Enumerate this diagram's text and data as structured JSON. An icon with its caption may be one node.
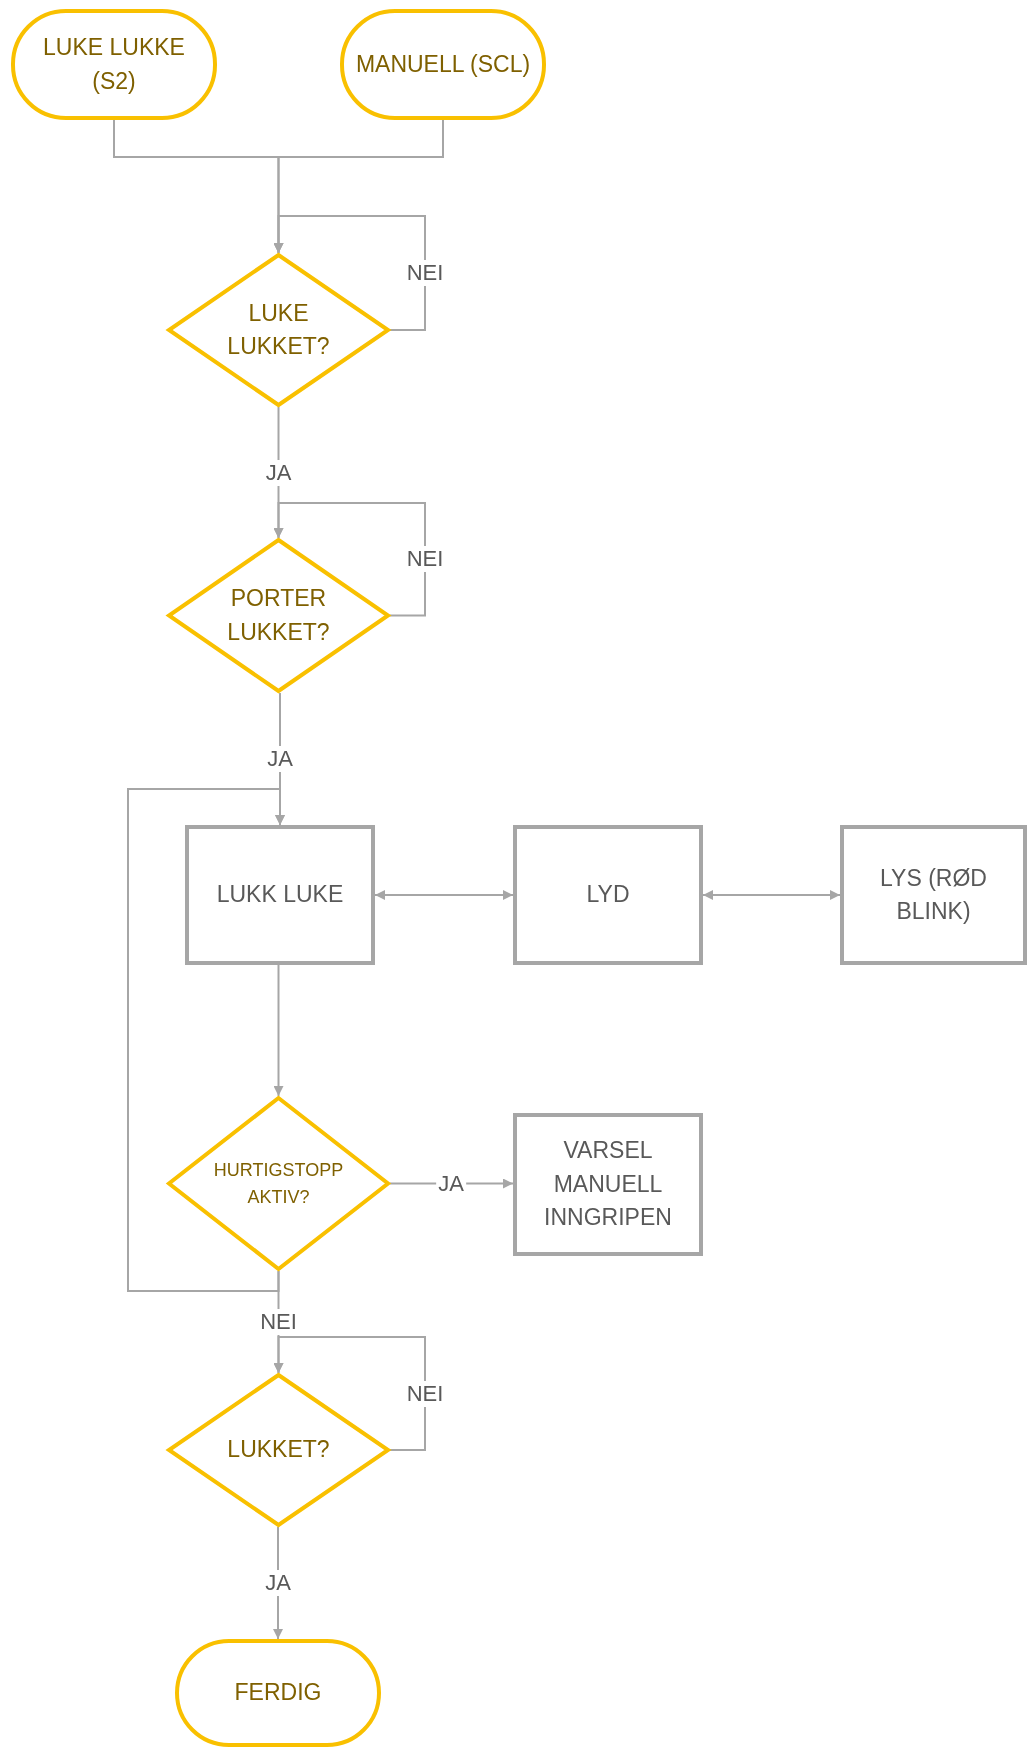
{
  "diagram": {
    "nodes": [
      {
        "text": [
          "LUKE LUKKE (S2)"
        ]
      },
      {
        "text": [
          "MANUELL (SCL)"
        ]
      },
      {
        "text": [
          "LUKE LUKKET?"
        ]
      },
      {
        "text": [
          "PORTER LUKKET?"
        ]
      },
      {
        "text": [
          "LUKK LUKE"
        ]
      },
      {
        "text": [
          "LYD"
        ]
      },
      {
        "text": [
          "LYS (RØD BLINK)"
        ]
      },
      {
        "text": [
          "HURTIGSTOPP AKTIV?"
        ]
      },
      {
        "text": [
          "VARSEL MANUELL INNGRIPEN"
        ]
      },
      {
        "text": [
          "LUKKET?"
        ]
      },
      {
        "text": [
          "FERDIG"
        ]
      }
    ],
    "edges": [
      {
        "from": 0,
        "to": 2,
        "arrow": "to"
      },
      {
        "from": 1,
        "to": 2,
        "arrow": "to"
      },
      {
        "from": 2,
        "to": 2,
        "arrow": "to",
        "label": "NEI"
      },
      {
        "from": 2,
        "to": 3,
        "arrow": "to",
        "label": "JA"
      },
      {
        "from": 3,
        "to": 3,
        "arrow": "to",
        "label": "NEI"
      },
      {
        "from": 3,
        "to": 4,
        "arrow": "to",
        "label": "JA"
      },
      {
        "from": 4,
        "to": 5,
        "arrow": "both"
      },
      {
        "from": 5,
        "to": 6,
        "arrow": "both"
      },
      {
        "from": 4,
        "to": 7,
        "arrow": "to"
      },
      {
        "from": 7,
        "to": 8,
        "arrow": "to",
        "label": "JA"
      },
      {
        "from": 7,
        "to": 4,
        "arrow": "to"
      },
      {
        "from": 7,
        "to": 9,
        "arrow": "to",
        "label": "NEI"
      },
      {
        "from": 9,
        "to": 9,
        "arrow": "to",
        "label": "NEI"
      },
      {
        "from": 9,
        "to": 10,
        "arrow": "to",
        "label": "JA"
      }
    ]
  }
}
